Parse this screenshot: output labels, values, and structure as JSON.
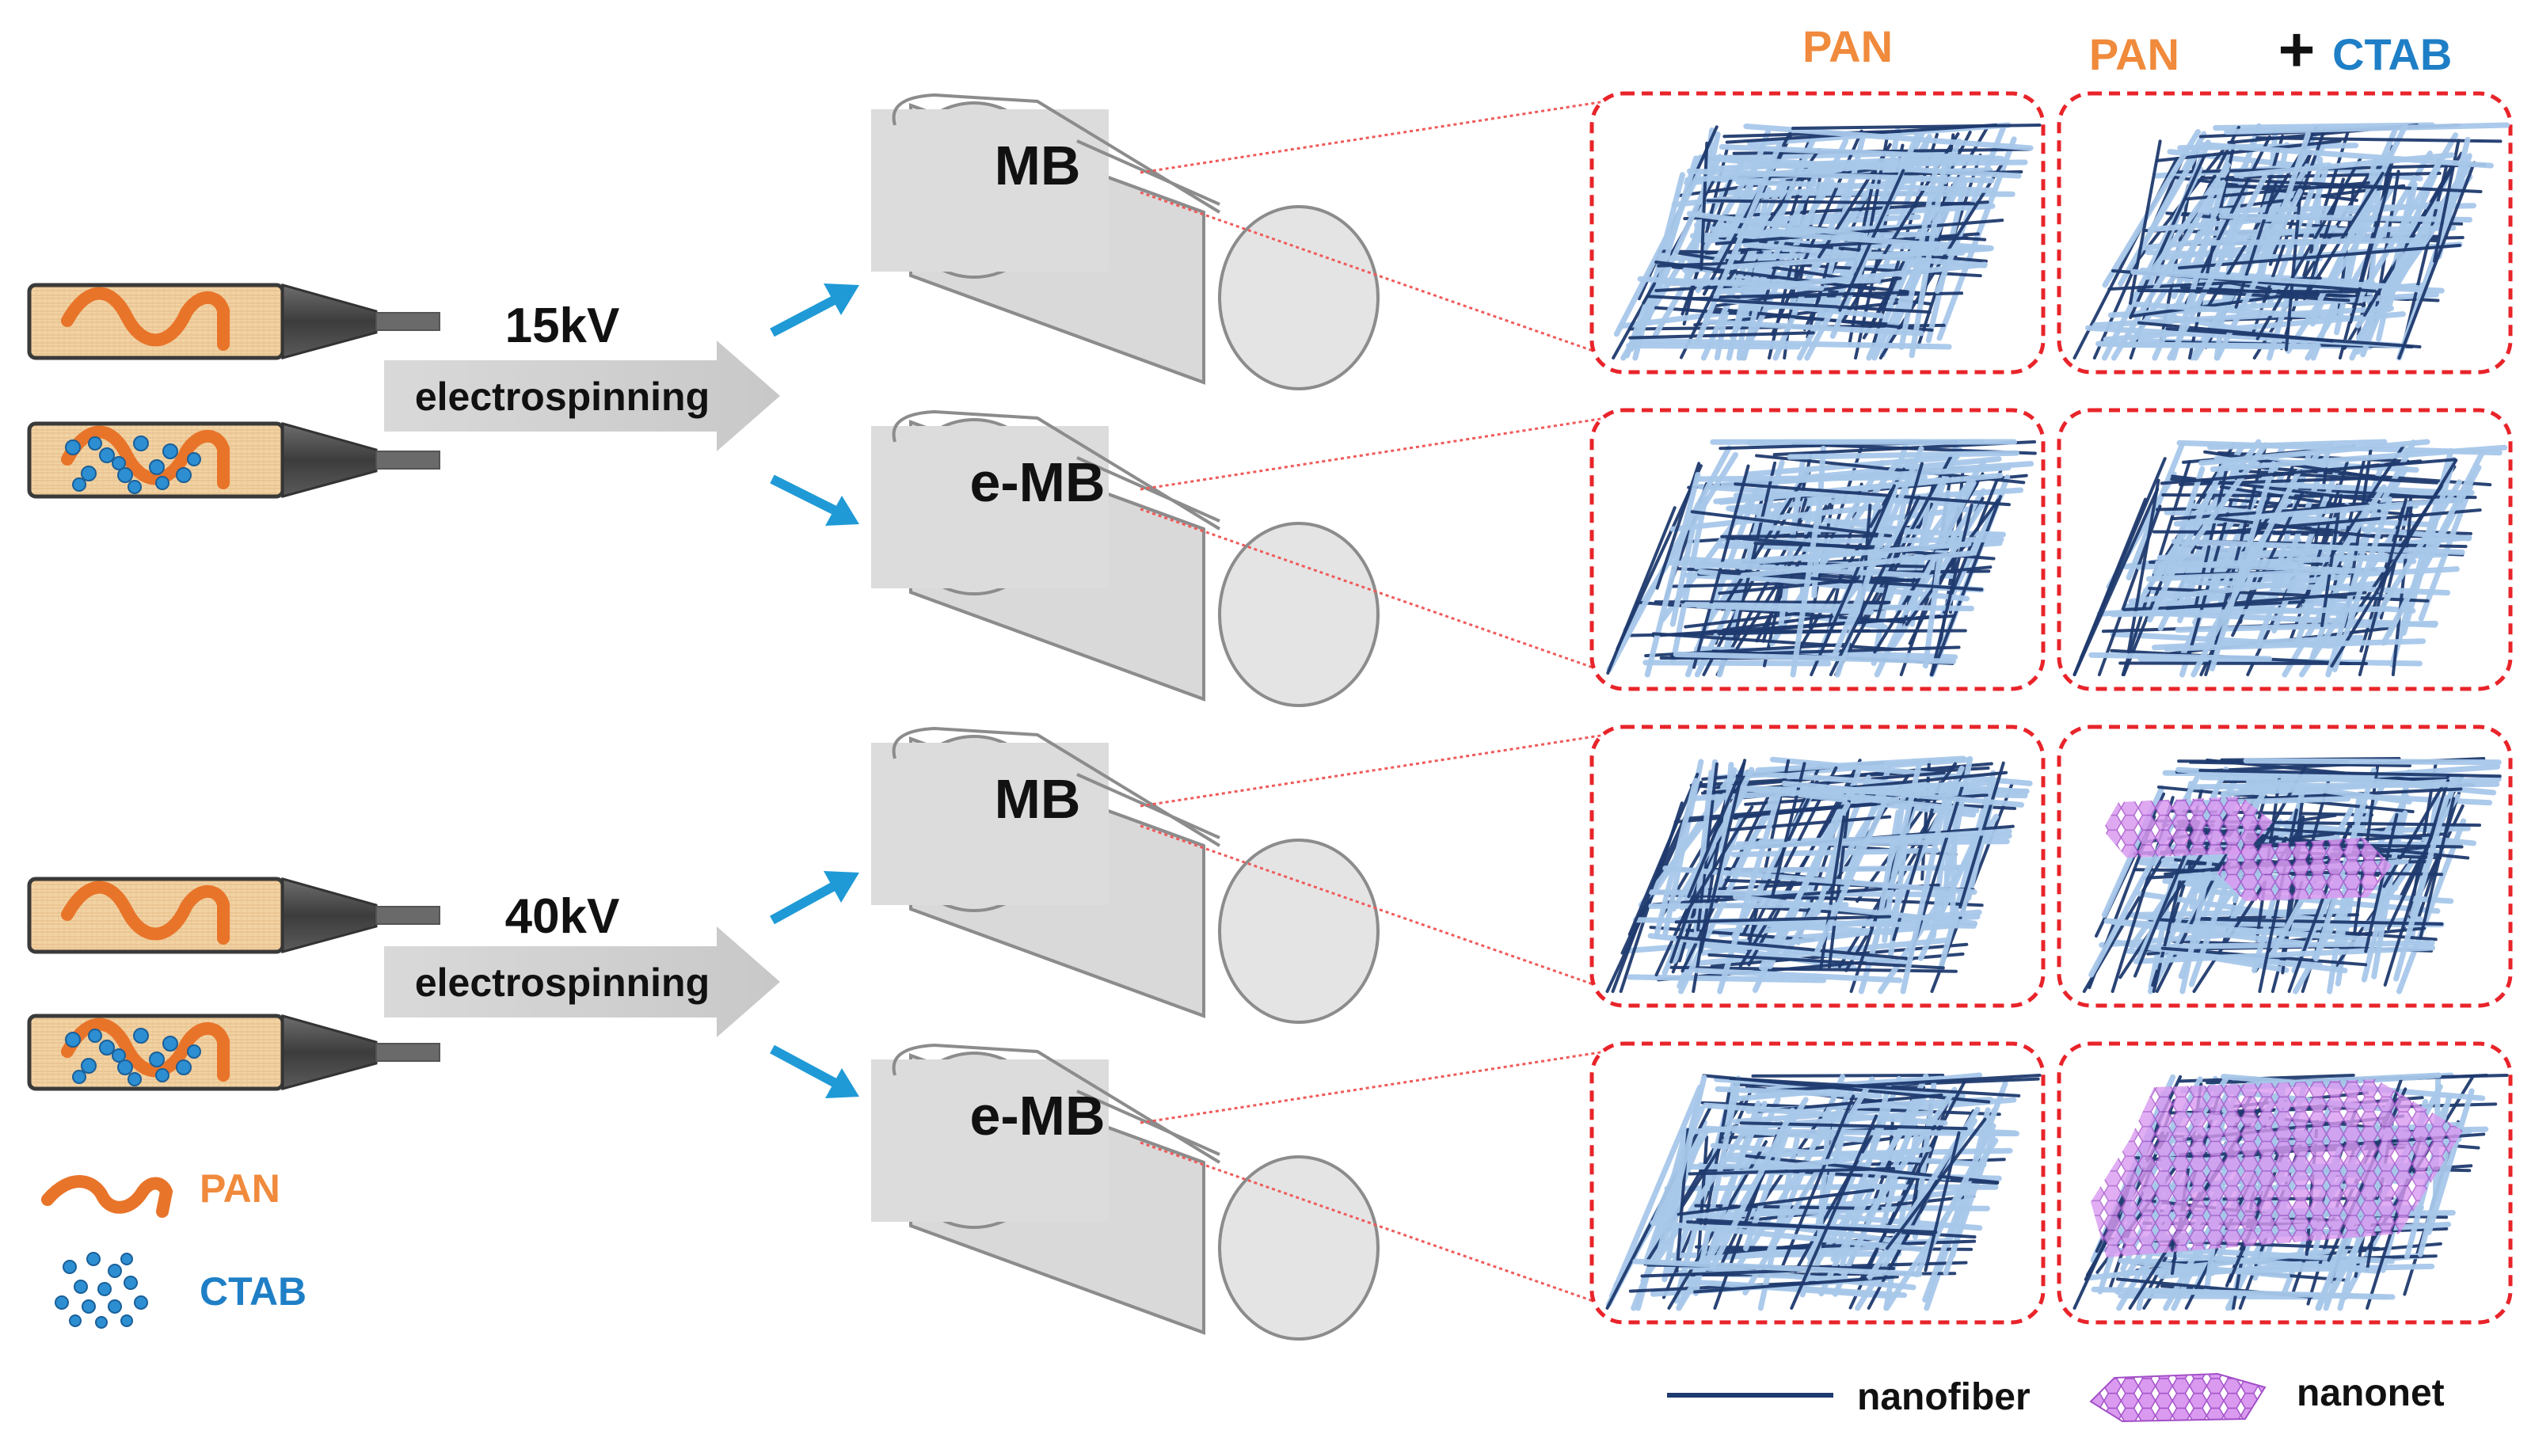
{
  "header": {
    "col1_label": "PAN",
    "col2_label_part1": "PAN",
    "col2_label_plus": "+",
    "col2_label_part2": "CTAB"
  },
  "groups": [
    {
      "voltage": "15kV",
      "process": "electrospinning"
    },
    {
      "voltage": "40kV",
      "process": "electrospinning"
    }
  ],
  "rows": [
    {
      "collector": "MB",
      "pan_nanonet": false,
      "pan_ctab_nanonet": "none"
    },
    {
      "collector": "e-MB",
      "pan_nanonet": false,
      "pan_ctab_nanonet": "none"
    },
    {
      "collector": "MB",
      "pan_nanonet": false,
      "pan_ctab_nanonet": "partial"
    },
    {
      "collector": "e-MB",
      "pan_nanonet": false,
      "pan_ctab_nanonet": "full"
    }
  ],
  "legend_left": {
    "pan_label": "PAN",
    "ctab_label": "CTAB"
  },
  "legend_bottom": {
    "nanofiber_label": "nanofiber",
    "nanonet_label": "nanonet"
  },
  "colors": {
    "pan": "#e8742a",
    "ctab": "#1f7fc6",
    "arrow": "#1f9ad6",
    "dash_box": "#e8242a",
    "nanonet": "#c978e6",
    "fiber_dark": "#1f3a6e",
    "fiber_light": "#a8c8ea"
  }
}
